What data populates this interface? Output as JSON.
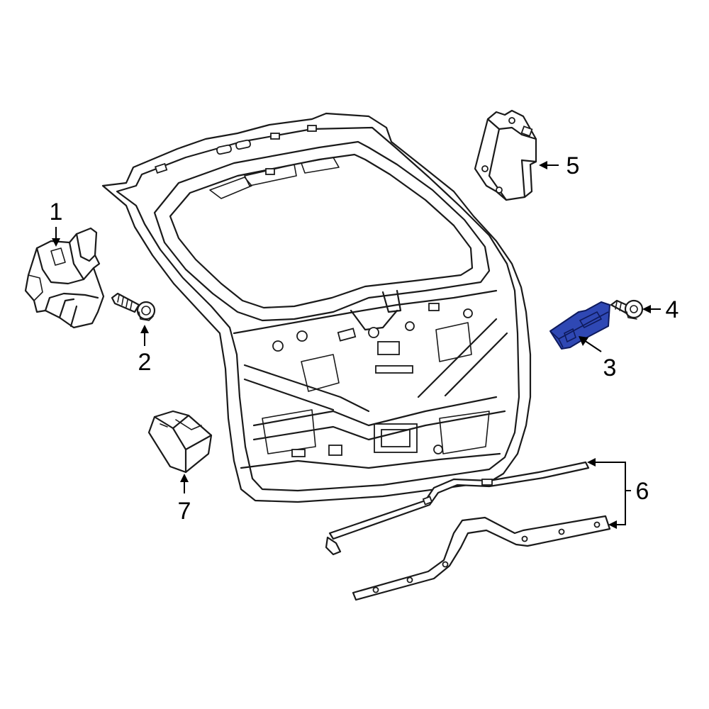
{
  "callouts": [
    {
      "id": "1",
      "label": "1"
    },
    {
      "id": "2",
      "label": "2"
    },
    {
      "id": "3",
      "label": "3"
    },
    {
      "id": "4",
      "label": "4"
    },
    {
      "id": "5",
      "label": "5"
    },
    {
      "id": "6",
      "label": "6"
    },
    {
      "id": "7",
      "label": "7"
    }
  ],
  "highlighted_part": "3",
  "colors": {
    "highlight": "#2f48b4",
    "line": "#1a1a1a"
  }
}
